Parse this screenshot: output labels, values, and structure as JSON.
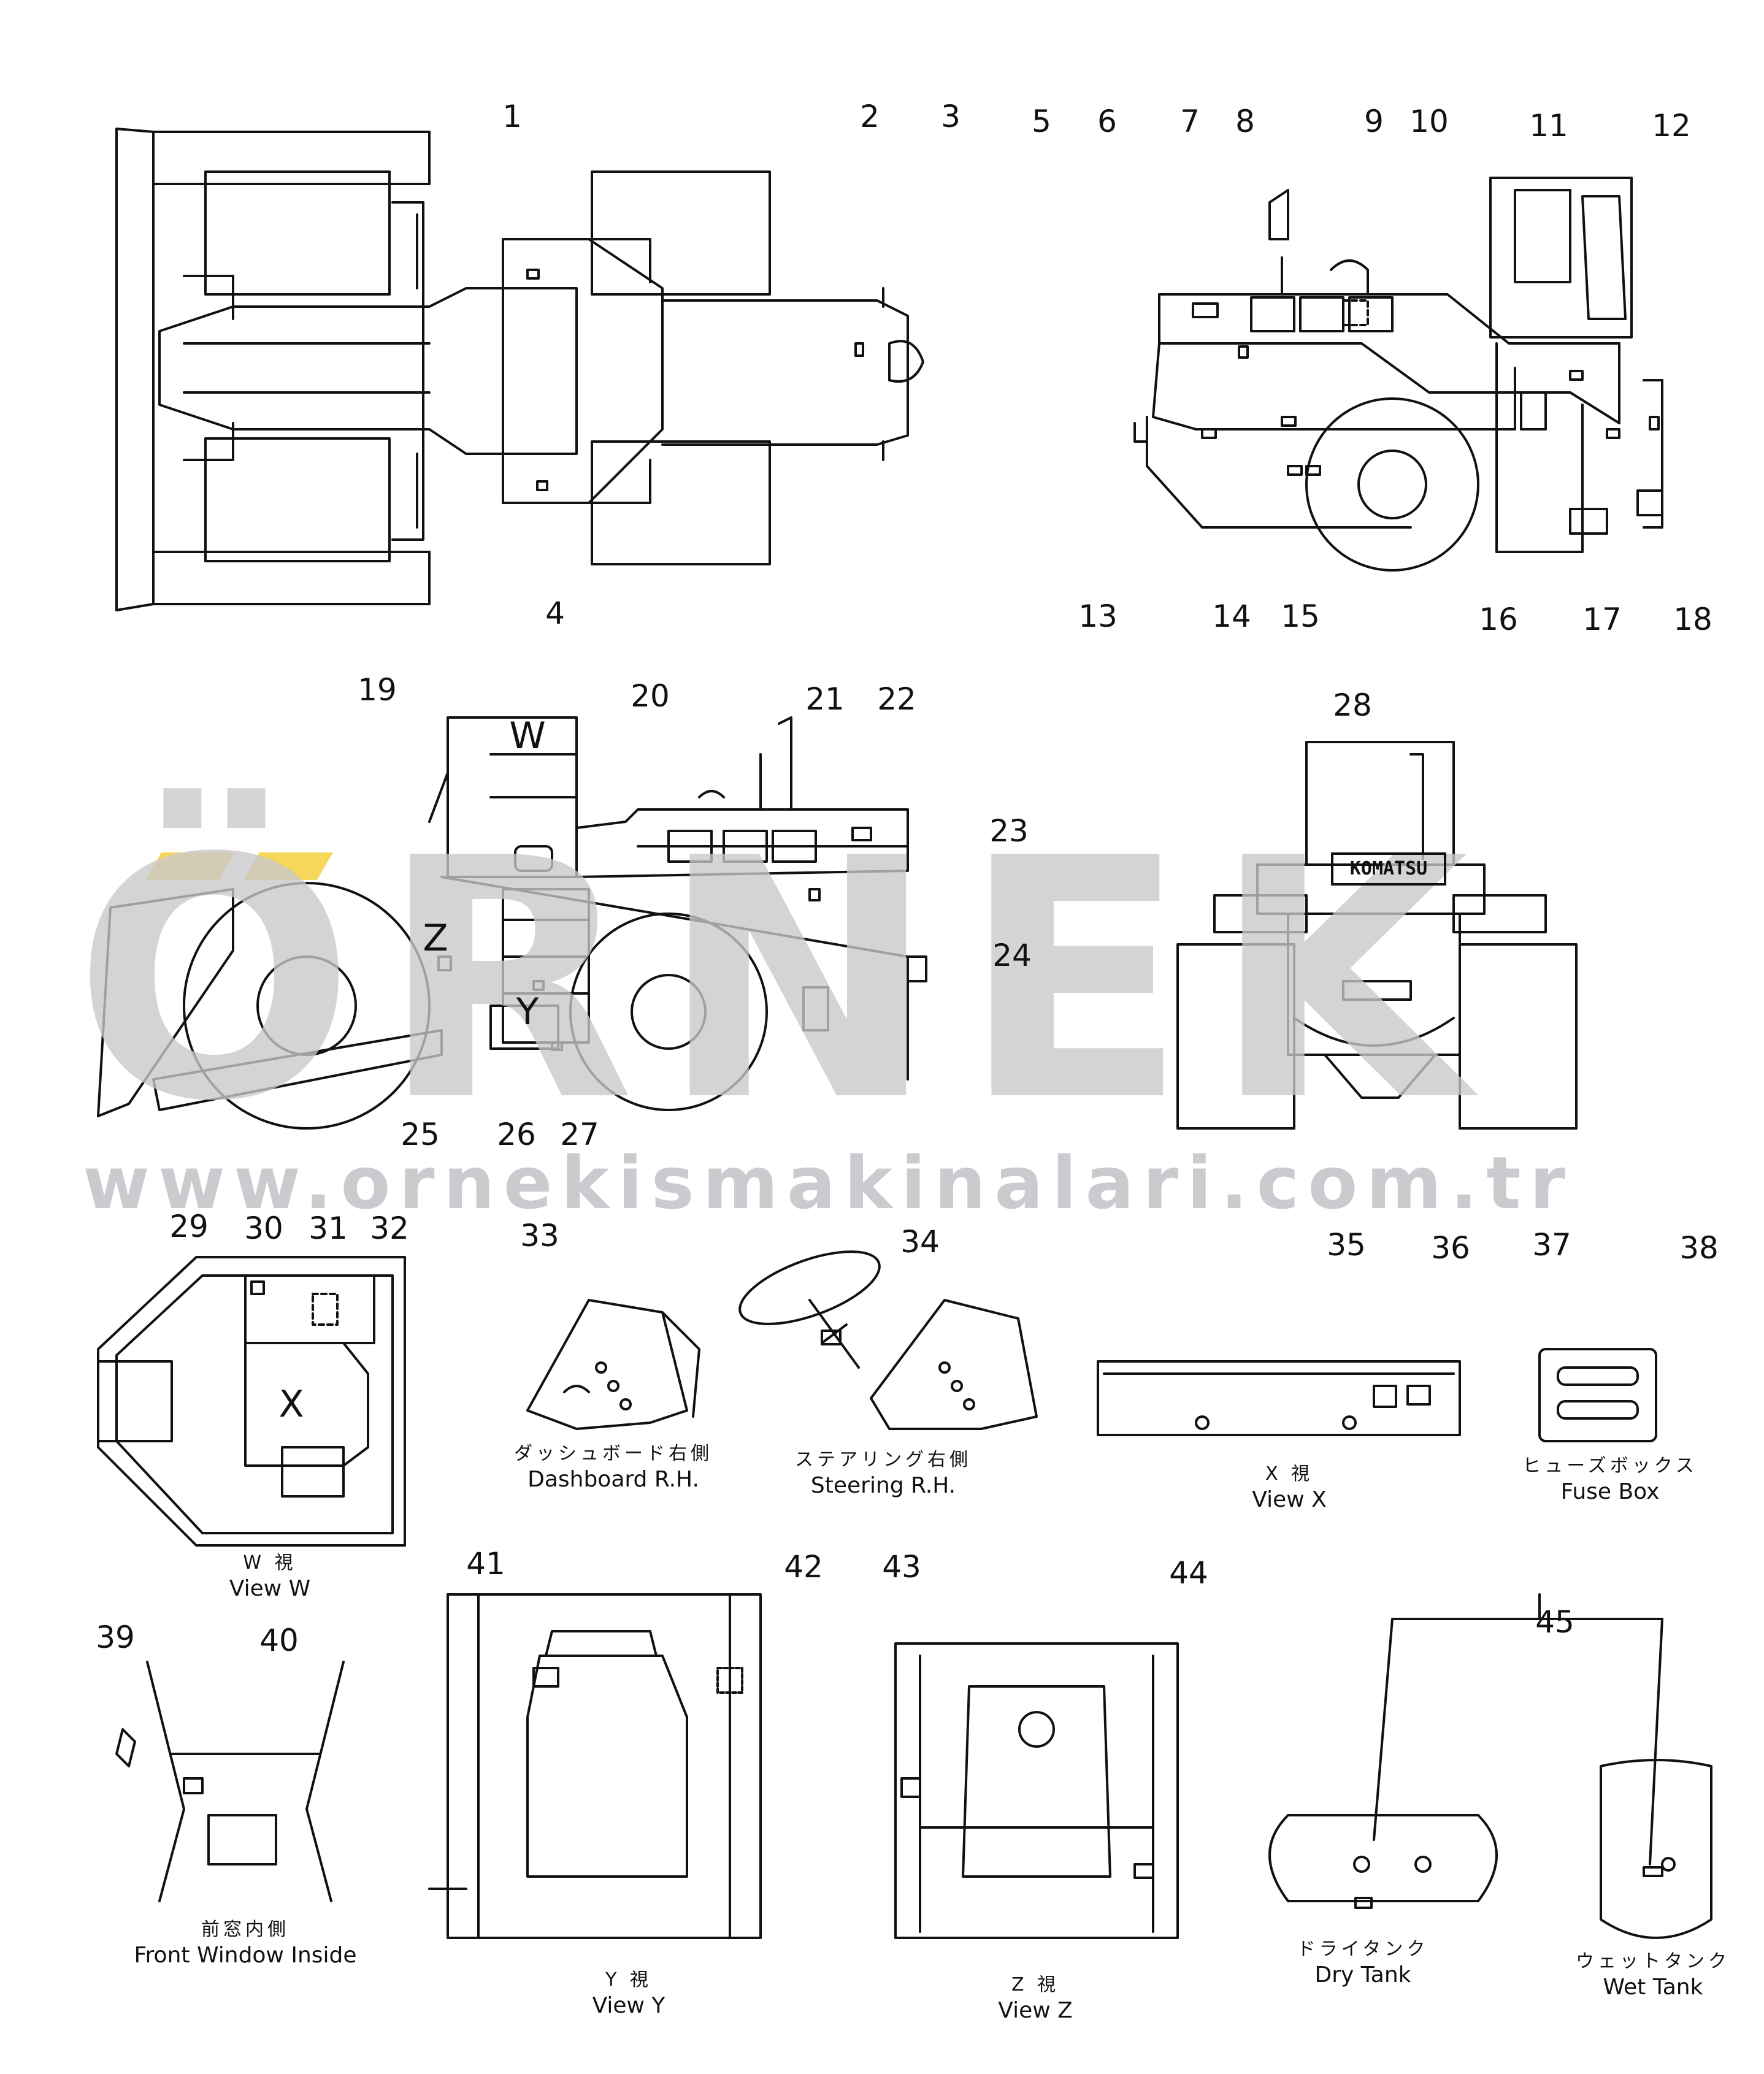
{
  "watermark": {
    "brand": "ÖRNEK",
    "url": "www.ornekismakinalari.com.tr"
  },
  "logo_plate": "KOMATSU",
  "view_letters": {
    "w": "W",
    "x": "X",
    "y": "Y",
    "z": "Z"
  },
  "callouts": [
    "1",
    "2",
    "3",
    "4",
    "5",
    "6",
    "7",
    "8",
    "9",
    "10",
    "11",
    "12",
    "13",
    "14",
    "15",
    "16",
    "17",
    "18",
    "19",
    "20",
    "21",
    "22",
    "23",
    "24",
    "25",
    "26",
    "27",
    "28",
    "29",
    "30",
    "31",
    "32",
    "33",
    "34",
    "35",
    "36",
    "37",
    "38",
    "39",
    "40",
    "41",
    "42",
    "43",
    "44",
    "45"
  ],
  "captions": {
    "dashboard": {
      "jp": "ダッシュボード右側",
      "en": "Dashboard R.H."
    },
    "steering": {
      "jp": "ステアリング右側",
      "en": "Steering R.H."
    },
    "view_x": {
      "jp": "X 視",
      "en": "View X"
    },
    "fuse_box": {
      "jp": "ヒューズボックス",
      "en": "Fuse Box"
    },
    "view_w": {
      "jp": "W 視",
      "en": "View W"
    },
    "front_window": {
      "jp": "前窓内側",
      "en": "Front Window Inside"
    },
    "view_y": {
      "jp": "Y 視",
      "en": "View Y"
    },
    "view_z": {
      "jp": "Z 視",
      "en": "View Z"
    },
    "dry_tank": {
      "jp": "ドライタンク",
      "en": "Dry Tank"
    },
    "wet_tank": {
      "jp": "ウェットタンク",
      "en": "Wet Tank"
    }
  }
}
